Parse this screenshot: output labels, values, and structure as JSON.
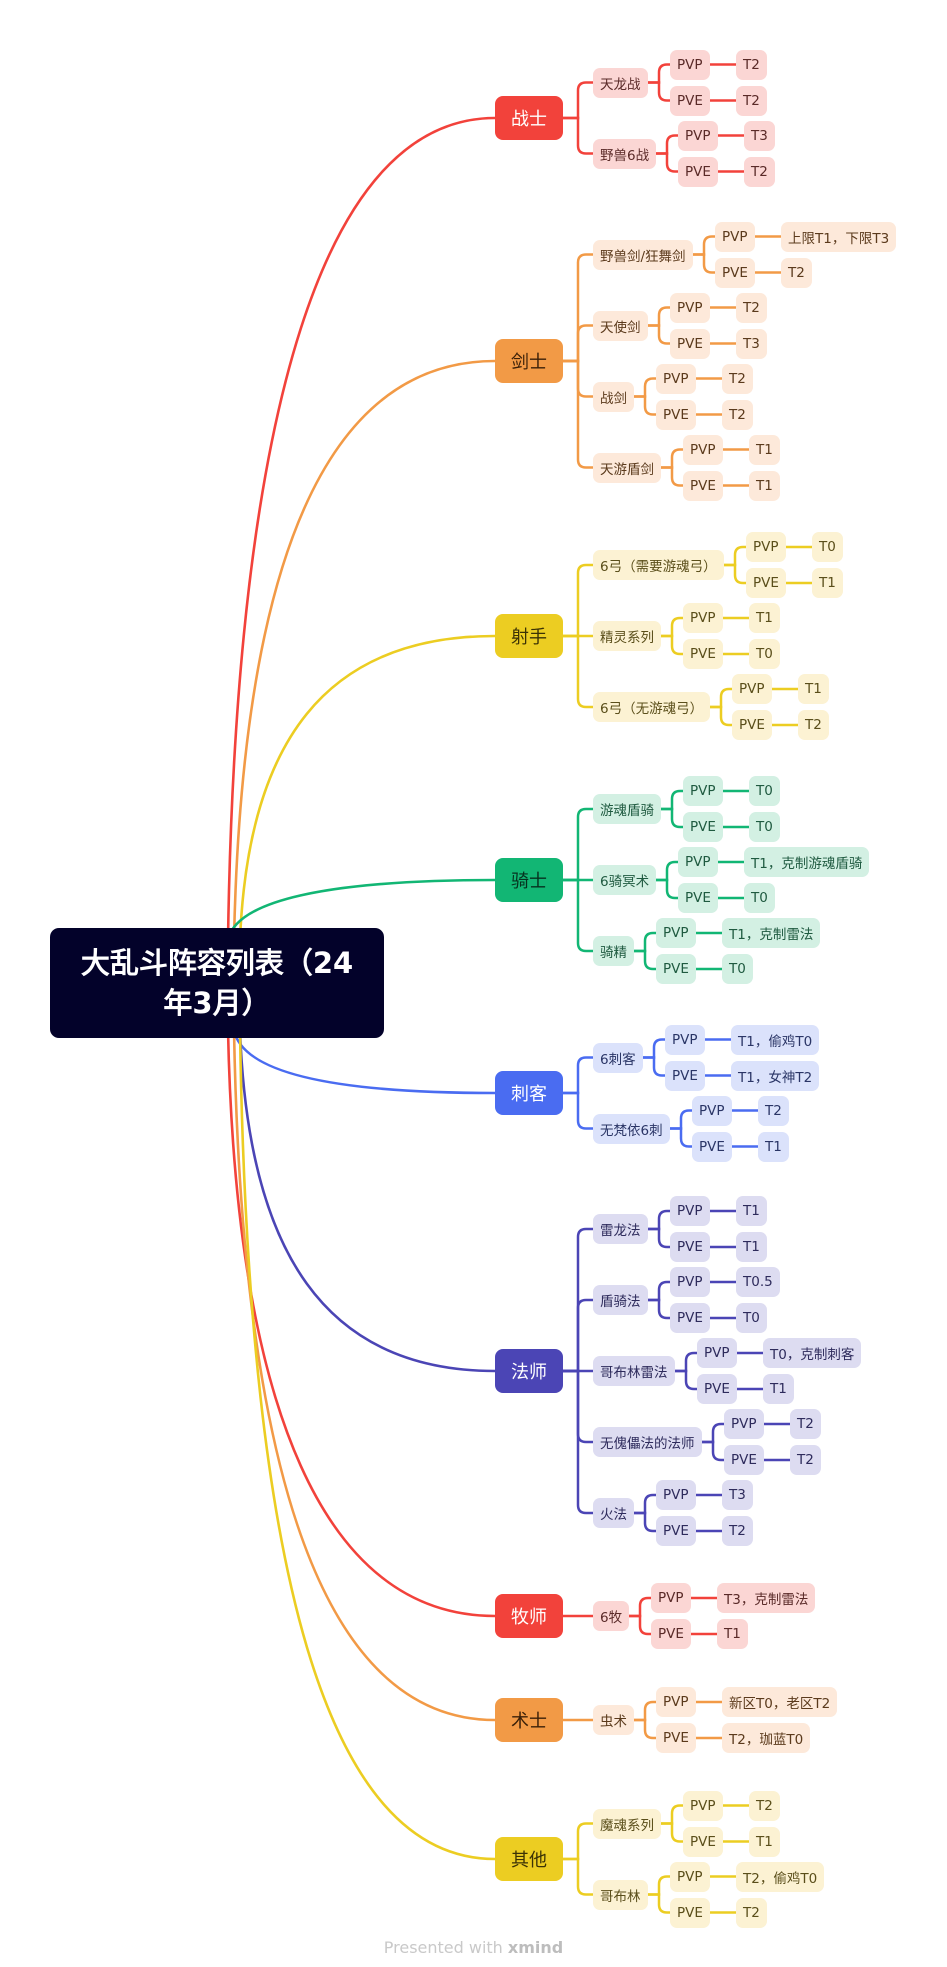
{
  "root": {
    "title": "大乱斗阵容列表（24年3月）"
  },
  "branches": [
    {
      "label": "战士",
      "color": "#f2423b",
      "fill": "#fbd6d4",
      "text_on_main": "#ffffff",
      "text": "#5a2a28",
      "subs": [
        {
          "label": "天龙战",
          "modes": [
            {
              "mode": "PVP",
              "tier": "T2"
            },
            {
              "mode": "PVE",
              "tier": "T2"
            }
          ]
        },
        {
          "label": "野兽6战",
          "modes": [
            {
              "mode": "PVP",
              "tier": "T3"
            },
            {
              "mode": "PVE",
              "tier": "T2"
            }
          ]
        }
      ]
    },
    {
      "label": "剑士",
      "color": "#f29a46",
      "fill": "#fde9da",
      "text_on_main": "#3b2008",
      "text": "#5b3a1c",
      "subs": [
        {
          "label": "野兽剑/狂舞剑",
          "modes": [
            {
              "mode": "PVP",
              "tier": "上限T1，下限T3"
            },
            {
              "mode": "PVE",
              "tier": "T2"
            }
          ]
        },
        {
          "label": "天使剑",
          "modes": [
            {
              "mode": "PVP",
              "tier": "T2"
            },
            {
              "mode": "PVE",
              "tier": "T3"
            }
          ]
        },
        {
          "label": "战剑",
          "modes": [
            {
              "mode": "PVP",
              "tier": "T2"
            },
            {
              "mode": "PVE",
              "tier": "T2"
            }
          ]
        },
        {
          "label": "天游盾剑",
          "modes": [
            {
              "mode": "PVP",
              "tier": "T1"
            },
            {
              "mode": "PVE",
              "tier": "T1"
            }
          ]
        }
      ]
    },
    {
      "label": "射手",
      "color": "#eccd22",
      "fill": "#fcf2d3",
      "text_on_main": "#3b3205",
      "text": "#5a4e1a",
      "subs": [
        {
          "label": "6弓（需要游魂弓）",
          "modes": [
            {
              "mode": "PVP",
              "tier": "T0"
            },
            {
              "mode": "PVE",
              "tier": "T1"
            }
          ]
        },
        {
          "label": "精灵系列",
          "modes": [
            {
              "mode": "PVP",
              "tier": "T1"
            },
            {
              "mode": "PVE",
              "tier": "T0"
            }
          ]
        },
        {
          "label": "6弓（无游魂弓）",
          "modes": [
            {
              "mode": "PVP",
              "tier": "T1"
            },
            {
              "mode": "PVE",
              "tier": "T2"
            }
          ]
        }
      ]
    },
    {
      "label": "骑士",
      "color": "#12b674",
      "fill": "#d3f0e3",
      "text_on_main": "#06301e",
      "text": "#1f5a40",
      "subs": [
        {
          "label": "游魂盾骑",
          "modes": [
            {
              "mode": "PVP",
              "tier": "T0"
            },
            {
              "mode": "PVE",
              "tier": "T0"
            }
          ]
        },
        {
          "label": "6骑冥术",
          "modes": [
            {
              "mode": "PVP",
              "tier": "T1，克制游魂盾骑"
            },
            {
              "mode": "PVE",
              "tier": "T0"
            }
          ]
        },
        {
          "label": "骑精",
          "modes": [
            {
              "mode": "PVP",
              "tier": "T1，克制雷法"
            },
            {
              "mode": "PVE",
              "tier": "T0"
            }
          ]
        }
      ]
    },
    {
      "label": "刺客",
      "color": "#4a6cf1",
      "fill": "#dbe2fb",
      "text_on_main": "#ffffff",
      "text": "#2a3566",
      "subs": [
        {
          "label": "6刺客",
          "modes": [
            {
              "mode": "PVP",
              "tier": "T1，偷鸡T0"
            },
            {
              "mode": "PVE",
              "tier": "T1，女神T2"
            }
          ]
        },
        {
          "label": "无梵依6刺",
          "modes": [
            {
              "mode": "PVP",
              "tier": "T2"
            },
            {
              "mode": "PVE",
              "tier": "T1"
            }
          ]
        }
      ]
    },
    {
      "label": "法师",
      "color": "#4b45b5",
      "fill": "#dddcf1",
      "text_on_main": "#ffffff",
      "text": "#2e2b5c",
      "subs": [
        {
          "label": "雷龙法",
          "modes": [
            {
              "mode": "PVP",
              "tier": "T1"
            },
            {
              "mode": "PVE",
              "tier": "T1"
            }
          ]
        },
        {
          "label": "盾骑法",
          "modes": [
            {
              "mode": "PVP",
              "tier": "T0.5"
            },
            {
              "mode": "PVE",
              "tier": "T0"
            }
          ]
        },
        {
          "label": "哥布林雷法",
          "modes": [
            {
              "mode": "PVP",
              "tier": "T0，克制刺客"
            },
            {
              "mode": "PVE",
              "tier": "T1"
            }
          ]
        },
        {
          "label": "无傀儡法的法师",
          "modes": [
            {
              "mode": "PVP",
              "tier": "T2"
            },
            {
              "mode": "PVE",
              "tier": "T2"
            }
          ]
        },
        {
          "label": "火法",
          "modes": [
            {
              "mode": "PVP",
              "tier": "T3"
            },
            {
              "mode": "PVE",
              "tier": "T2"
            }
          ]
        }
      ]
    },
    {
      "label": "牧师",
      "color": "#f2423b",
      "fill": "#fbd6d4",
      "text_on_main": "#ffffff",
      "text": "#5a2a28",
      "subs": [
        {
          "label": "6牧",
          "modes": [
            {
              "mode": "PVP",
              "tier": "T3，克制雷法"
            },
            {
              "mode": "PVE",
              "tier": "T1"
            }
          ]
        }
      ]
    },
    {
      "label": "术士",
      "color": "#f29a46",
      "fill": "#fde9da",
      "text_on_main": "#3b2008",
      "text": "#5b3a1c",
      "subs": [
        {
          "label": "虫术",
          "modes": [
            {
              "mode": "PVP",
              "tier": "新区T0，老区T2"
            },
            {
              "mode": "PVE",
              "tier": "T2，珈蓝T0"
            }
          ]
        }
      ]
    },
    {
      "label": "其他",
      "color": "#eccd22",
      "fill": "#fcf2d3",
      "text_on_main": "#3b3205",
      "text": "#5a4e1a",
      "subs": [
        {
          "label": "魔魂系列",
          "modes": [
            {
              "mode": "PVP",
              "tier": "T2"
            },
            {
              "mode": "PVE",
              "tier": "T1"
            }
          ]
        },
        {
          "label": "哥布林",
          "modes": [
            {
              "mode": "PVP",
              "tier": "T2，偷鸡T0"
            },
            {
              "mode": "PVE",
              "tier": "T2"
            }
          ]
        }
      ]
    }
  ],
  "footer": {
    "prefix": "Presented with ",
    "brand": "xmind"
  }
}
